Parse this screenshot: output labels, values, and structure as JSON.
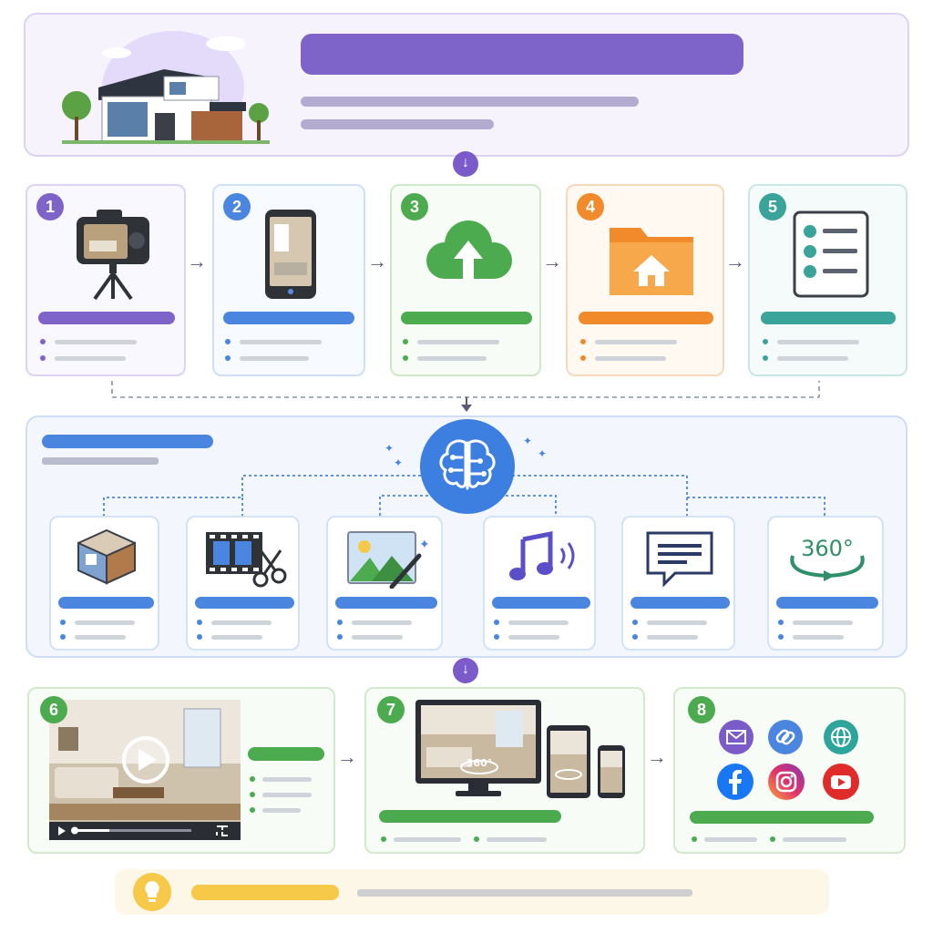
{
  "colors": {
    "purple": "#7e63c9",
    "blue": "#4a86e0",
    "green": "#4cab4f",
    "orange": "#f08a2a",
    "teal": "#3aa39a",
    "yellow": "#f7c948",
    "arrow": "#5c5a7a"
  },
  "steps": [
    {
      "number": "1",
      "icon": "camera-on-tripod-icon"
    },
    {
      "number": "2",
      "icon": "smartphone-icon"
    },
    {
      "number": "3",
      "icon": "cloud-upload-icon"
    },
    {
      "number": "4",
      "icon": "home-folder-icon"
    },
    {
      "number": "5",
      "icon": "checklist-icon"
    },
    {
      "number": "6",
      "icon": "video-player-icon"
    },
    {
      "number": "7",
      "icon": "multi-device-icon"
    },
    {
      "number": "8",
      "icon": "share-channels-icon"
    }
  ],
  "ai_tools": [
    {
      "icon": "3d-room-icon"
    },
    {
      "icon": "film-edit-icon"
    },
    {
      "icon": "image-magic-icon"
    },
    {
      "icon": "music-audio-icon"
    },
    {
      "icon": "caption-text-icon"
    },
    {
      "icon": "view-360-icon",
      "label": "360°"
    }
  ],
  "ai_hub": {
    "icon": "brain-circuit-icon"
  },
  "devices": {
    "badge": "360°"
  },
  "share_icons": [
    "email-icon",
    "link-icon",
    "globe-icon",
    "facebook-icon",
    "instagram-icon",
    "youtube-icon"
  ],
  "tip": {
    "icon": "lightbulb-icon"
  }
}
